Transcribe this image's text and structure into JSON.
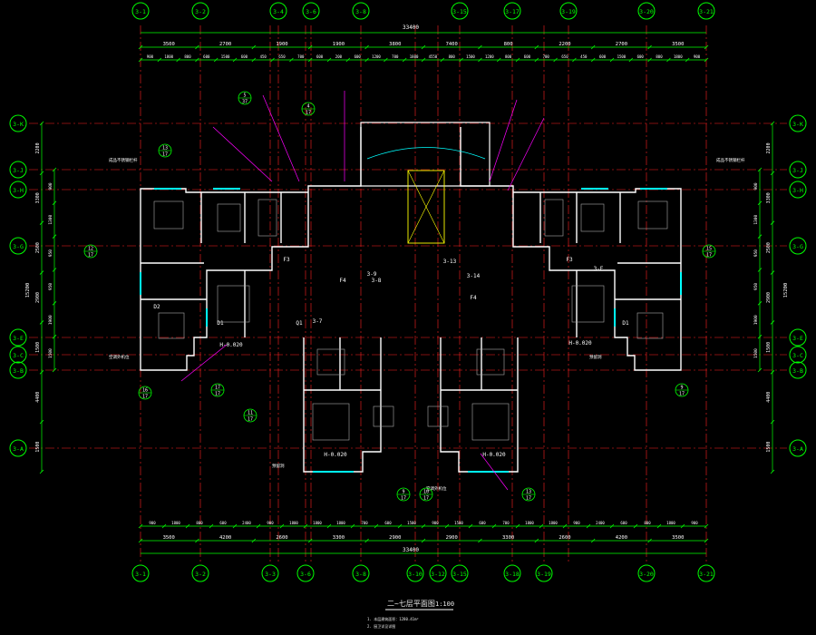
{
  "colors": {
    "background": "#000000",
    "axis_grid": "#ff2020",
    "dimension": "#00ff00",
    "wall": "#ffffff",
    "cyan": "#00ffff",
    "magenta": "#ff00ff",
    "yellow": "#ffff00",
    "bubble": "#00ff00"
  },
  "axes_top": [
    "3-1",
    "3-2",
    "3-4",
    "3-6",
    "3-8",
    "3-15",
    "3-17",
    "3-19",
    "3-20",
    "3-21"
  ],
  "axes_bottom": [
    "3-1",
    "3-2",
    "3-3",
    "3-6",
    "3-8",
    "3-10",
    "3-12",
    "3-15",
    "3-18",
    "3-19",
    "3-20",
    "3-21"
  ],
  "axes_left": [
    "3-K",
    "3-J",
    "3-H",
    "3-G",
    "3-E",
    "3-C",
    "3-B",
    "3-A"
  ],
  "axes_right": [
    "3-K",
    "3-J",
    "3-H",
    "3-G",
    "3-E",
    "3-C",
    "3-B",
    "3-A"
  ],
  "dims": {
    "total_top": "33400",
    "total_bottom": "33400",
    "top_row1": [
      "3500",
      "2700",
      "1900",
      "1900",
      "3800",
      "7400",
      "800",
      "2200",
      "2700",
      "3500"
    ],
    "top_row2": [
      "900",
      "1800",
      "800",
      "600",
      "1500",
      "600",
      "450",
      "650",
      "700",
      "600",
      "200",
      "600",
      "1200",
      "700",
      "1800",
      "4550",
      "800",
      "1500",
      "1200",
      "800",
      "600",
      "700",
      "650",
      "450",
      "600",
      "1500",
      "600",
      "800",
      "1800",
      "900"
    ],
    "bottom_row1": [
      "900",
      "1800",
      "800",
      "600",
      "2400",
      "900",
      "1800",
      "1800",
      "1800",
      "700",
      "600",
      "1500",
      "900",
      "1500",
      "600",
      "700",
      "1800",
      "1800",
      "900",
      "2400",
      "600",
      "800",
      "1800",
      "900"
    ],
    "bottom_row2": [
      "3500",
      "4200",
      "2600",
      "3300",
      "2900",
      "2900",
      "3300",
      "2600",
      "4200",
      "3500"
    ],
    "left_outer": [
      "2200",
      "3300",
      "2500",
      "2900",
      "1500",
      "4400",
      "1500"
    ],
    "left_inner": [
      "900",
      "1300",
      "950",
      "950",
      "1900",
      "1500"
    ],
    "left_total": "15200",
    "right_outer": [
      "2200",
      "3300",
      "2500",
      "2900",
      "1500",
      "4400",
      "1500"
    ],
    "right_inner": [
      "900",
      "1300",
      "950",
      "950",
      "1900",
      "1500"
    ],
    "right_total": "15200"
  },
  "title": "二~七层平面图",
  "scale": "1:100",
  "notes": [
    "1. 本层建筑面积：1280.41m²",
    "2. 厨卫详见详图"
  ],
  "labels": {
    "f3_left": "F3",
    "f3_right": "F3",
    "f4_left": "F4",
    "f4_right": "F4",
    "d1_left": "D1",
    "d1_right": "D1",
    "d2": "D2",
    "q1": "Q1",
    "callout_37": "3-7",
    "callout_38": "3-8",
    "callout_39": "3-9",
    "callout_313": "3-13",
    "callout_314": "3-14",
    "callout_3f": "3-F",
    "level_h1": "H-0.020",
    "level_h2": "H-0.020",
    "level_h3": "H-0.020",
    "level_h4": "H-0.020"
  },
  "bubbles": [
    {
      "num": "13",
      "den": "17"
    },
    {
      "num": "4",
      "den": "17"
    },
    {
      "num": "5",
      "den": "37"
    },
    {
      "num": "12",
      "den": "17"
    },
    {
      "num": "16",
      "den": "17"
    },
    {
      "num": "17",
      "den": "17"
    },
    {
      "num": "11",
      "den": "17"
    },
    {
      "num": "9",
      "den": "17"
    },
    {
      "num": "10",
      "den": "17"
    },
    {
      "num": "15",
      "den": "17"
    },
    {
      "num": "13",
      "den": "17"
    },
    {
      "num": "9",
      "den": "17"
    }
  ],
  "annotations": [
    "成品不锈钢栏杆",
    "空调外机位",
    "预留洞",
    "成品不锈钢栏杆",
    "空调外机位",
    "预留洞"
  ]
}
